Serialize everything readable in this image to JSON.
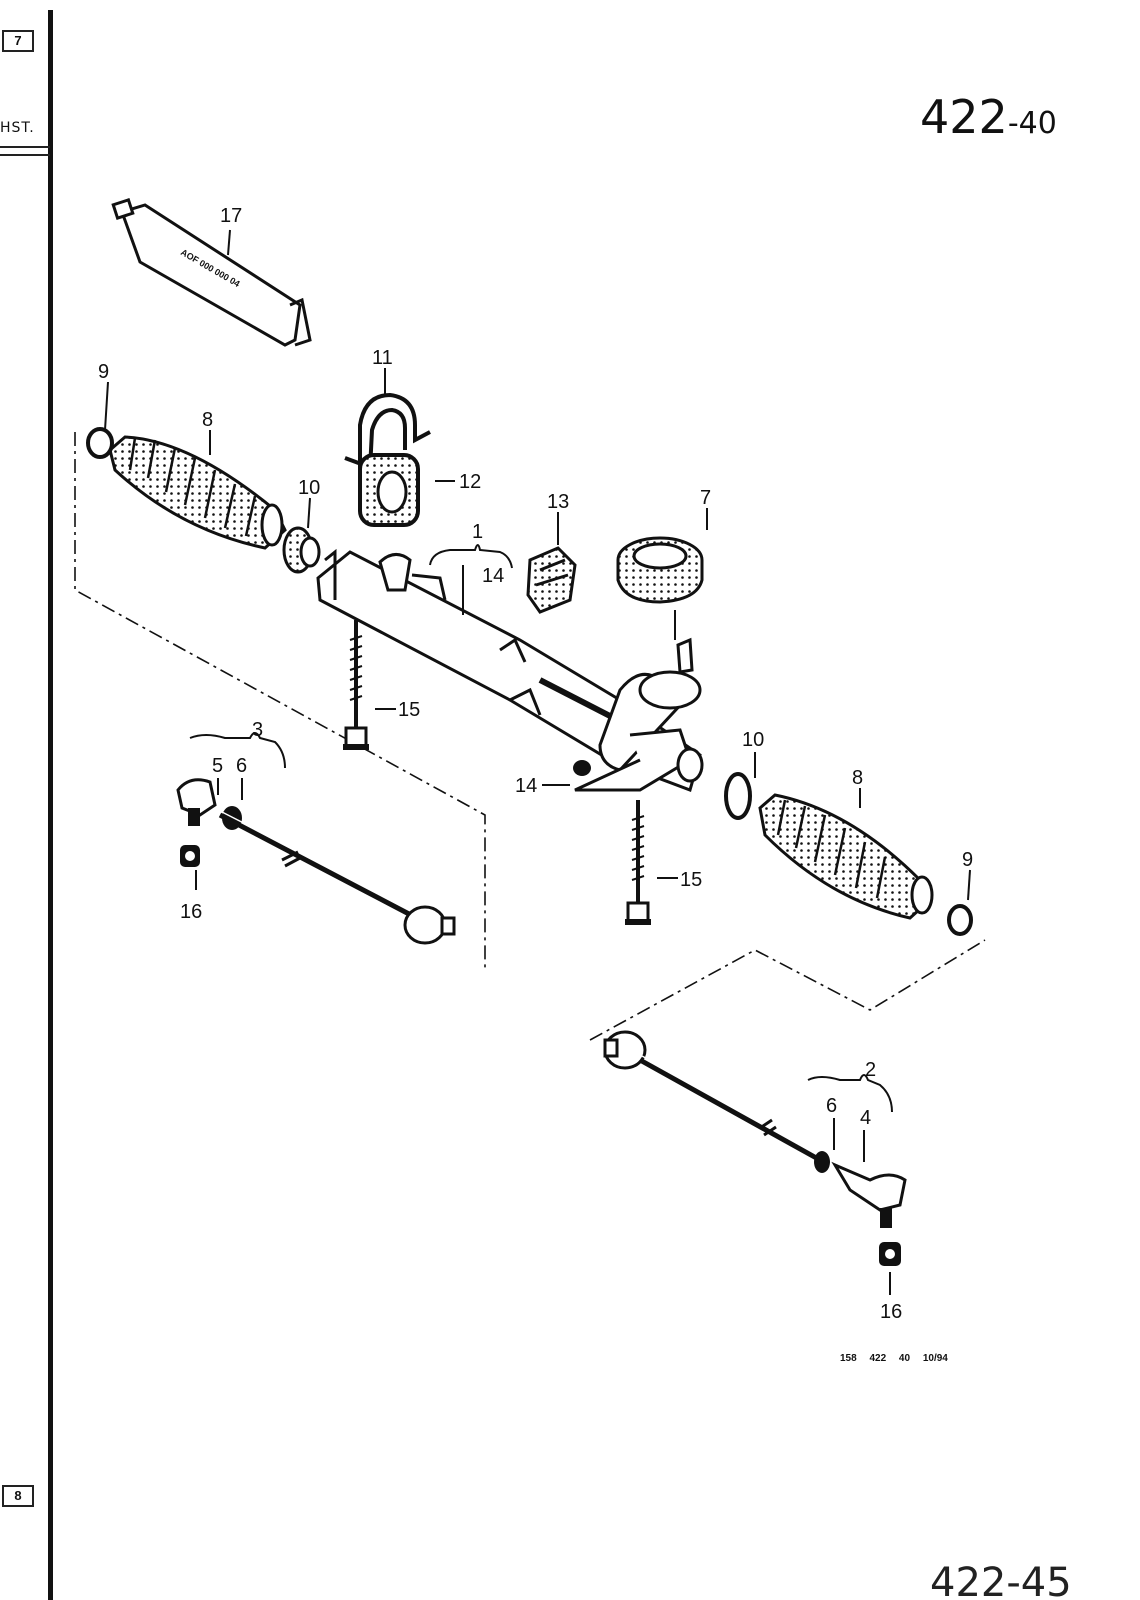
{
  "page": {
    "number_main": "422",
    "number_suffix": "-40",
    "hst": "HST.",
    "tab_top": "7",
    "tab_bottom": "8",
    "footer_code": "158 422 40 10/94",
    "next_page_partial": "422-45"
  },
  "tube_text": "AOF 000 000 04",
  "labels": {
    "l1": "1",
    "l2": "2",
    "l3": "3",
    "l4": "4",
    "l5": "5",
    "l6a": "6",
    "l6b": "6",
    "l7": "7",
    "l8a": "8",
    "l8b": "8",
    "l9a": "9",
    "l9b": "9",
    "l10a": "10",
    "l10b": "10",
    "l11": "11",
    "l12": "12",
    "l13": "13",
    "l14a": "14",
    "l14b": "14",
    "l15a": "15",
    "l15b": "15",
    "l16a": "16",
    "l16b": "16",
    "l17": "17"
  }
}
